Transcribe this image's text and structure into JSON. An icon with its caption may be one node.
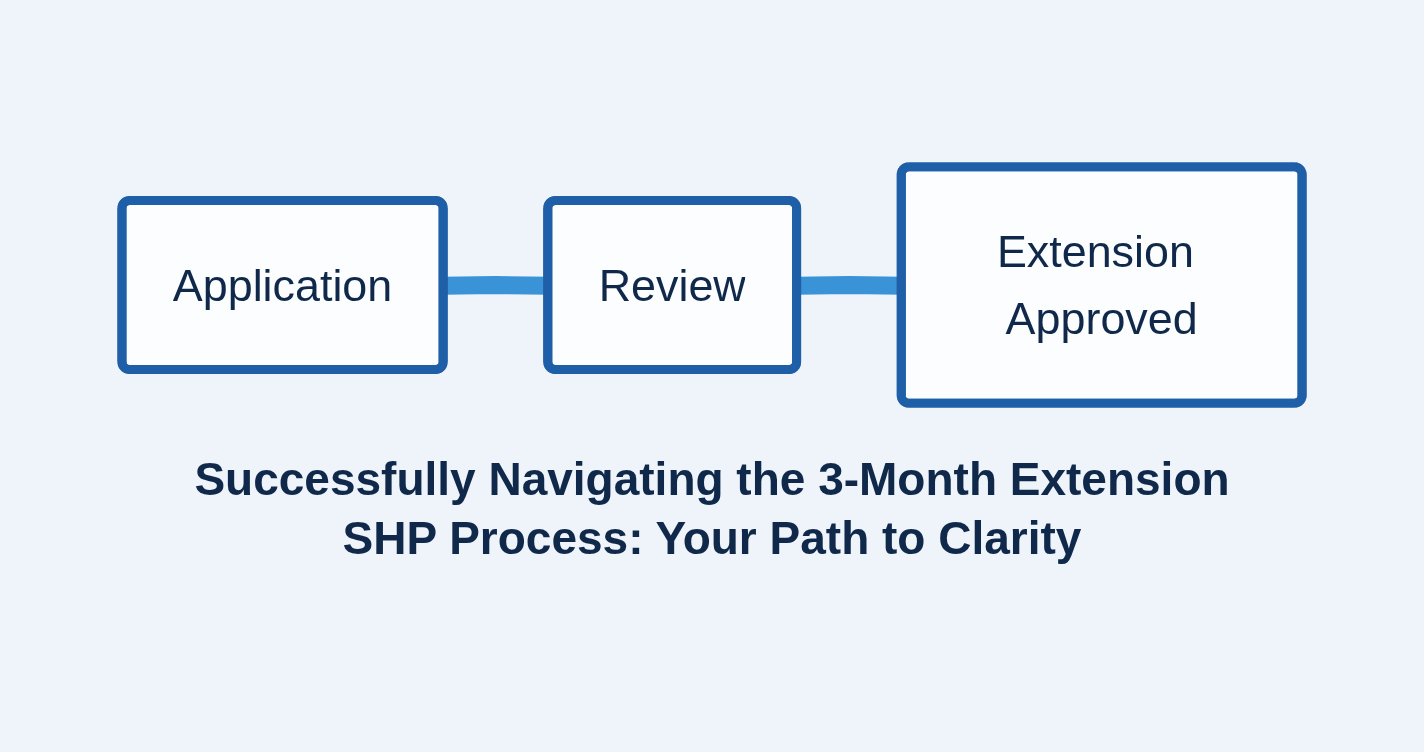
{
  "diagram": {
    "title": "Successfully Navigating the 3-Month Extension SHP Process: Your Path to Clarity",
    "nodes": [
      {
        "text": [
          "Application"
        ]
      },
      {
        "text": [
          "Review"
        ]
      },
      {
        "text": [
          "Extension Approved"
        ]
      }
    ],
    "edges": [
      {
        "from": 0,
        "to": 1,
        "arrow": "none"
      },
      {
        "from": 1,
        "to": 2,
        "arrow": "none"
      }
    ]
  }
}
